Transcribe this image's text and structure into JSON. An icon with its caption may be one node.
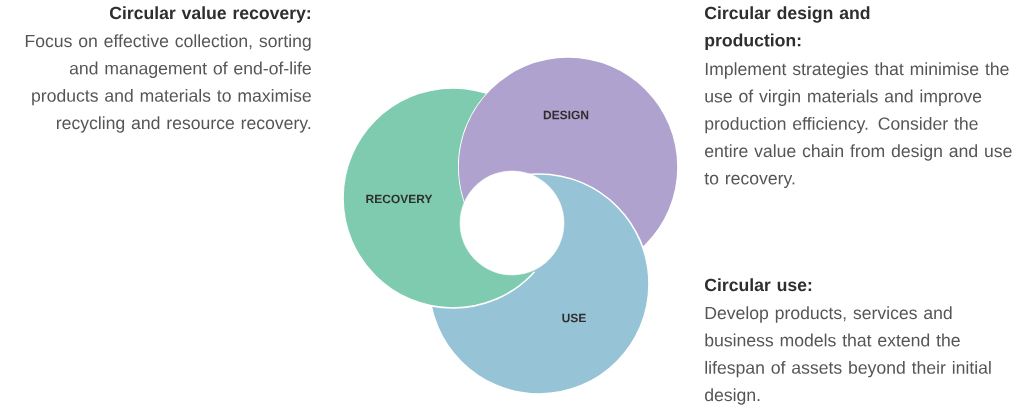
{
  "diagram": {
    "nodes": [
      {
        "text": [
          "DESIGN"
        ]
      },
      {
        "text": [
          "RECOVERY"
        ]
      },
      {
        "text": [
          "USE"
        ]
      }
    ],
    "labels": [
      "Circular value recovery:",
      "Focus on effective collection, sorting and management of end-of-life products and materials to maximise recycling and resource recovery.",
      "Circular design and production:",
      "Implement strategies that minimise the use of virgin materials and improve production efficiency. Consider the entire value chain from design and use to recovery.",
      "Circular use:",
      "Develop products, services and business models that extend the lifespan of assets beyond their initial design."
    ]
  }
}
